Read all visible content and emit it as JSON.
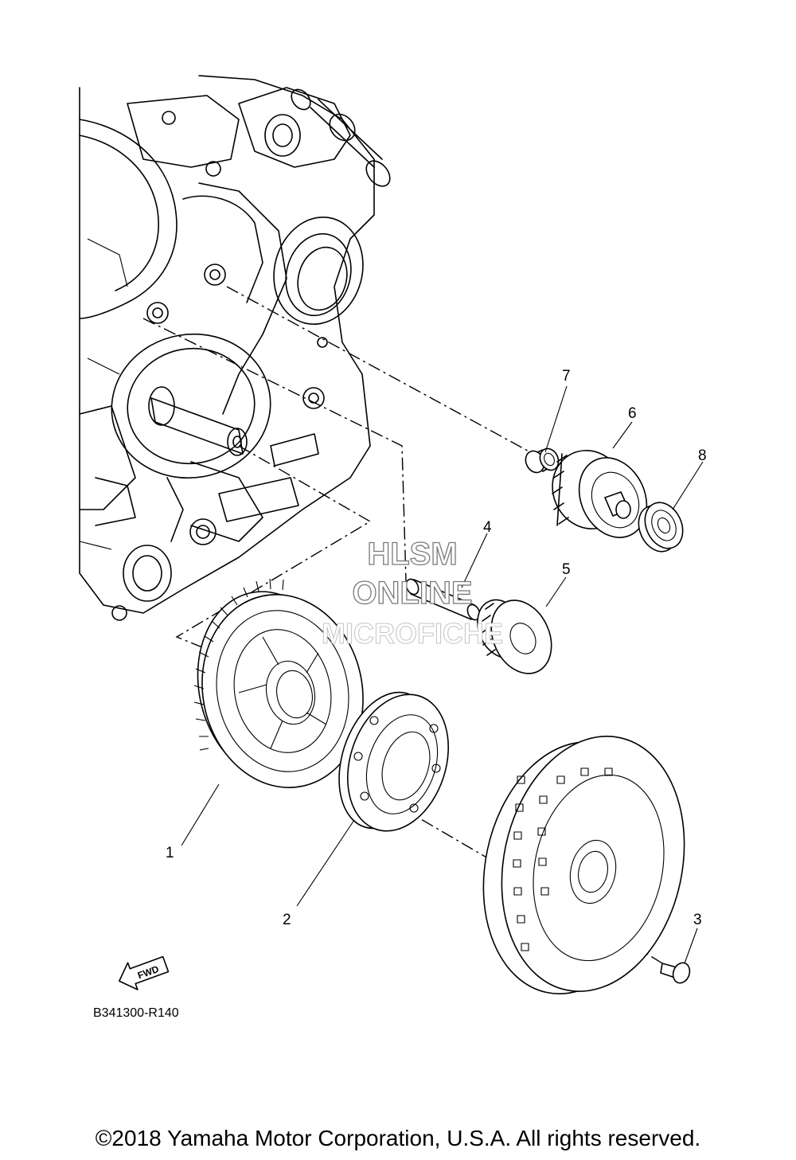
{
  "watermark": {
    "line1": "HLSM",
    "line2": "ONLINE",
    "line3": "MICROFICHE"
  },
  "callouts": {
    "c1": "1",
    "c2": "2",
    "c3": "3",
    "c4": "4",
    "c5": "5",
    "c6": "6",
    "c7": "7",
    "c8": "8"
  },
  "fwd_label": "FWD",
  "diagram_code": "B341300-R140",
  "copyright": "©2018 Yamaha Motor Corporation, U.S.A. All rights reserved."
}
